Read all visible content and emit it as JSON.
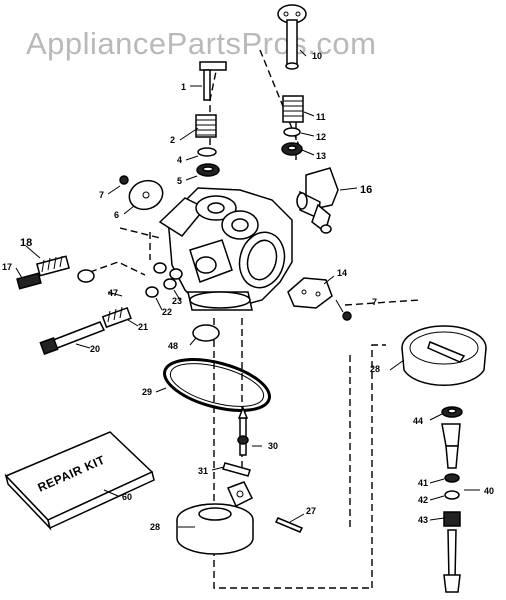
{
  "watermark": "AppliancePartsPros.com",
  "kit_label": "REPAIR KIT",
  "callouts": [
    {
      "id": "c1",
      "label": "1"
    },
    {
      "id": "c2",
      "label": "2"
    },
    {
      "id": "c4",
      "label": "4"
    },
    {
      "id": "c5",
      "label": "5"
    },
    {
      "id": "c6",
      "label": "6"
    },
    {
      "id": "c7a",
      "label": "7"
    },
    {
      "id": "c7b",
      "label": "7"
    },
    {
      "id": "c10",
      "label": "10"
    },
    {
      "id": "c11",
      "label": "11"
    },
    {
      "id": "c12",
      "label": "12"
    },
    {
      "id": "c13",
      "label": "13"
    },
    {
      "id": "c14",
      "label": "14"
    },
    {
      "id": "c16",
      "label": "16"
    },
    {
      "id": "c17",
      "label": "17"
    },
    {
      "id": "c18",
      "label": "18"
    },
    {
      "id": "c20",
      "label": "20"
    },
    {
      "id": "c21",
      "label": "21"
    },
    {
      "id": "c22",
      "label": "22"
    },
    {
      "id": "c23",
      "label": "23"
    },
    {
      "id": "c27",
      "label": "27"
    },
    {
      "id": "c28a",
      "label": "28"
    },
    {
      "id": "c28b",
      "label": "28"
    },
    {
      "id": "c29",
      "label": "29"
    },
    {
      "id": "c30",
      "label": "30"
    },
    {
      "id": "c31",
      "label": "31"
    },
    {
      "id": "c40",
      "label": "40"
    },
    {
      "id": "c41",
      "label": "41"
    },
    {
      "id": "c42",
      "label": "42"
    },
    {
      "id": "c43",
      "label": "43"
    },
    {
      "id": "c44",
      "label": "44"
    },
    {
      "id": "c47",
      "label": "47"
    },
    {
      "id": "c48",
      "label": "48"
    },
    {
      "id": "c60",
      "label": "60"
    }
  ]
}
